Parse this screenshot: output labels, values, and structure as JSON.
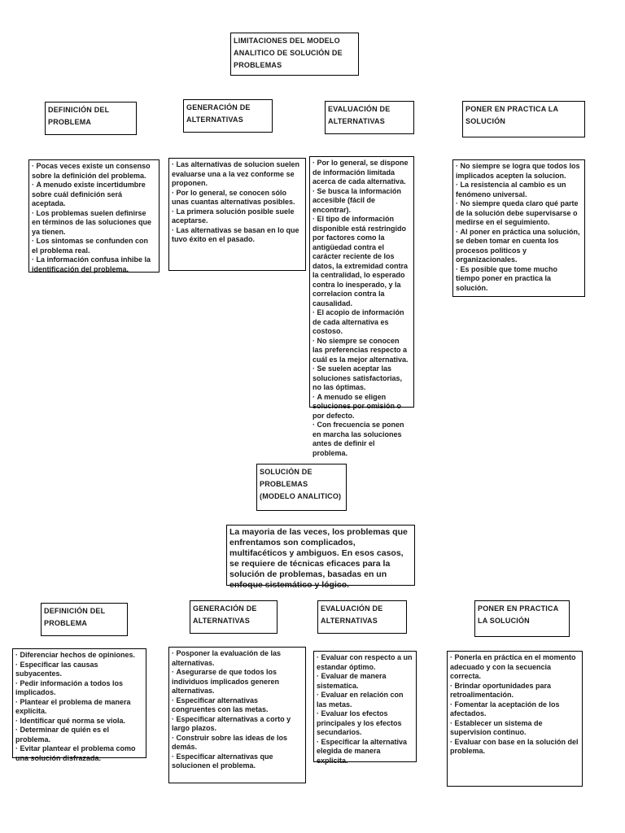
{
  "top": {
    "title": "LIMITACIONES DEL MODELO ANALITICO DE SOLUCIÓN DE PROBLEMAS"
  },
  "middle": {
    "title": "SOLUCIÓN DE PROBLEMAS (MODELO ANALITICO)",
    "intro": "La mayoria de las veces, los problemas que enfrentamos son complicados, multifacéticos y ambiguos. En esos casos, se requiere de técnicas eficaces para la solución de problemas, basadas en un enfoque sistemático y lógico."
  },
  "limitations": {
    "columns": [
      {
        "header": "DEFINICIÓN DEL PROBLEMA",
        "items": [
          "Pocas veces existe un consenso sobre la definición del problema.",
          "A menudo existe incertidumbre sobre cuál definición será aceptada.",
          "Los problemas suelen definirse en términos de las soluciones que ya tienen.",
          "Los sintomas se confunden con el problema real.",
          "La información confusa inhibe la identificación del problema."
        ]
      },
      {
        "header": "GENERACIÓN DE ALTERNATIVAS",
        "items": [
          "Las alternativas de solucion suelen evaluarse una a la vez conforme se proponen.",
          "Por lo general, se conocen sólo unas cuantas alternativas posibles.",
          "La primera solución posible suele aceptarse.",
          "Las alternativas se basan en lo que tuvo éxito en el pasado."
        ]
      },
      {
        "header": "EVALUACIÓN DE ALTERNATIVAS",
        "items": [
          "Por lo general, se dispone de información limitada acerca de cada alternativa.",
          "Se busca la información accesible (fácil de encontrar).",
          "El tipo de información disponible está restringido por factores como la antigüedad contra el carácter reciente de los datos, la extremidad contra la centralidad, lo esperado contra lo inesperado, y la correlacion contra la causalidad.",
          "El acopio de información de cada alternativa es costoso.",
          "No siempre se conocen las preferencias respecto a cuál es la mejor alternativa.",
          "Se suelen aceptar las soluciones satisfactorias, no las óptimas.",
          "A menudo se eligen soluciones por omisión o por defecto.",
          "Con frecuencia se ponen en marcha las soluciones antes de definir el problema."
        ]
      },
      {
        "header": "PONER EN PRACTICA LA SOLUCIÓN",
        "items": [
          "No siempre se logra que todos los implicados acepten la solucion.",
          "La resistencia al cambio es un fenómeno universal.",
          "No siempre queda claro qué parte de la solución debe supervisarse o medirse en el seguimiento.",
          "Al poner en práctica una solución, se deben tomar en cuenta los procesos politicos y organizacionales.",
          "Es posible que tome mucho tiempo poner en practica la solución."
        ]
      }
    ]
  },
  "model": {
    "columns": [
      {
        "header": "DEFINICIÓN DEL PROBLEMA",
        "items": [
          "Diferenciar hechos de opiniones.",
          "Especificar las causas subyacentes.",
          "Pedir información a todos los implicados.",
          "Plantear el problema de manera explícita.",
          "Identificar qué norma se viola.",
          "Determinar de quién es el problema.",
          "Evitar plantear el problema como una solución disfrazada."
        ]
      },
      {
        "header": "GENERACIÓN DE ALTERNATIVAS",
        "items": [
          "Posponer la evaluación de las alternativas.",
          "Asegurarse de que todos los individuos implicados generen alternativas.",
          "Especificar alternativas congruentes con las metas.",
          "Especificar alternativas a corto y largo plazos.",
          "Construir sobre las ideas de los demás.",
          "Especificar alternativas que solucionen el problema."
        ]
      },
      {
        "header": "EVALUACIÓN DE ALTERNATIVAS",
        "items": [
          "Evaluar con respecto a un estandar óptimo.",
          "Evaluar de manera sistematica.",
          "Evaluar en relación con las metas.",
          "Evaluar los efectos principales y los efectos secundarios.",
          "Especificar la alternativa elegida de manera explicita."
        ]
      },
      {
        "header": "PONER EN PRACTICA LA SOLUCIÓN",
        "items": [
          "Ponerla en práctica en el momento adecuado y con la secuencia correcta.",
          "Brindar oportunidades para retroalimentación.",
          "Fomentar la aceptación de los afectados.",
          "Establecer un sistema de supervision continuo.",
          "Evaluar con base en la solución del problema."
        ]
      }
    ]
  }
}
